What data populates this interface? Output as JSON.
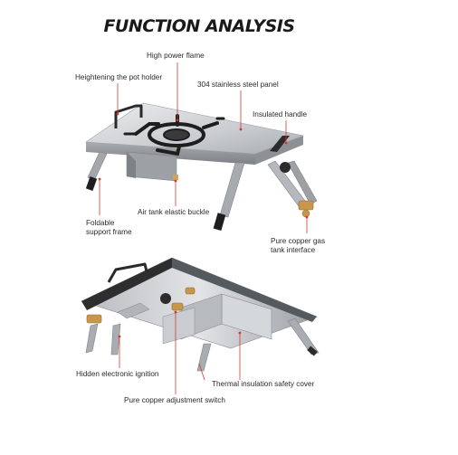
{
  "title": "FUNCTION ANALYSIS",
  "labels": {
    "high_power_flame": "High power flame",
    "heightening_pot_holder": "Heightening the pot holder",
    "stainless_panel": "304 stainless steel panel",
    "insulated_handle": "Insulated handle",
    "air_tank_buckle": "Air tank elastic buckle",
    "foldable_frame_line1": "Foldable",
    "foldable_frame_line2": "support frame",
    "copper_interface_line1": "Pure copper gas",
    "copper_interface_line2": "tank interface",
    "hidden_ignition": "Hidden electronic ignition",
    "thermal_cover": "Thermal insulation safety cover",
    "copper_switch": "Pure copper adjustment switch"
  },
  "colors": {
    "leader_line": "#d23a2a",
    "steel_light": "#d9dbdd",
    "steel_dark": "#8e9296",
    "black_parts": "#1e1e1e",
    "brass": "#c8974a"
  }
}
